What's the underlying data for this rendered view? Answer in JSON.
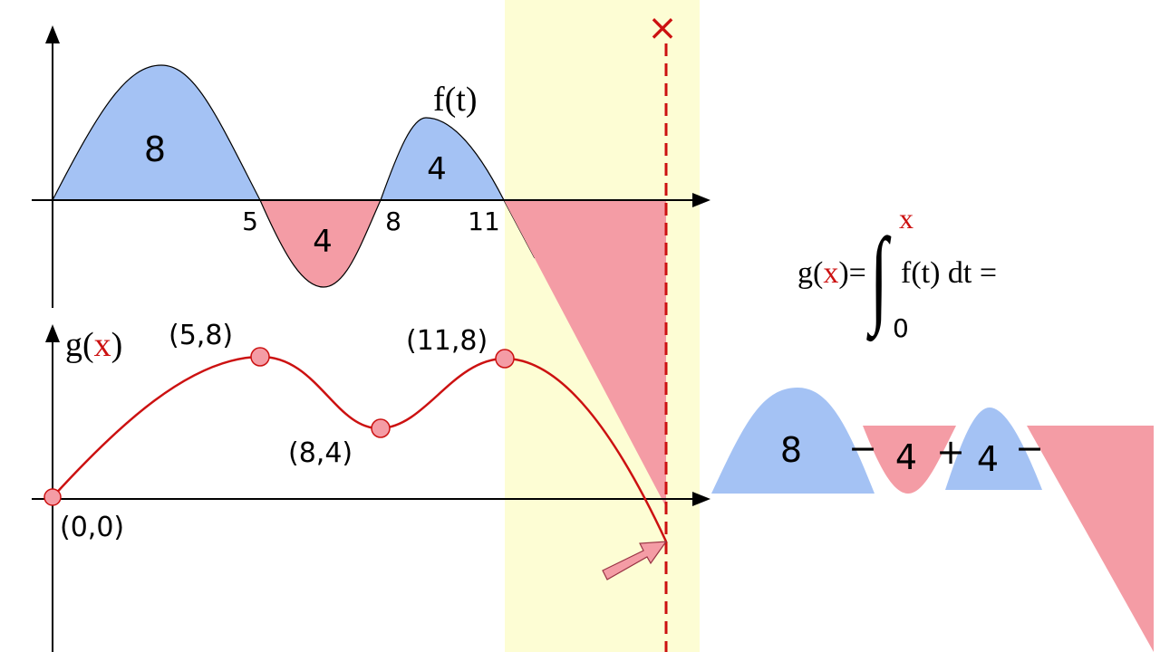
{
  "colors": {
    "positive_area": "#a4c2f4",
    "negative_area": "#f49ca5",
    "highlight_band": "#fdfdd4",
    "curve_red": "#cc1111",
    "axis": "#000000"
  },
  "top_graph": {
    "function_label": "f(t)",
    "area_labels": [
      "8",
      "4",
      "4"
    ],
    "tick_labels": [
      "5",
      "8",
      "11"
    ]
  },
  "bottom_graph": {
    "function_label_prefix": "g(",
    "function_label_var": "x",
    "function_label_suffix": ")",
    "points": [
      {
        "label": "(0,0)"
      },
      {
        "label": "(5,8)"
      },
      {
        "label": "(8,4)"
      },
      {
        "label": "(11,8)"
      }
    ]
  },
  "marker": {
    "label": "×"
  },
  "formula": {
    "lhs_prefix": "g(",
    "lhs_var": "x",
    "lhs_suffix": ")=",
    "upper_limit": "x",
    "lower_limit": "0",
    "integrand": "f(t) dt =",
    "integral_sign": "∫"
  },
  "decomposition": {
    "terms": [
      "8",
      "4",
      "4"
    ],
    "operators": [
      "−",
      "+",
      "−"
    ]
  }
}
